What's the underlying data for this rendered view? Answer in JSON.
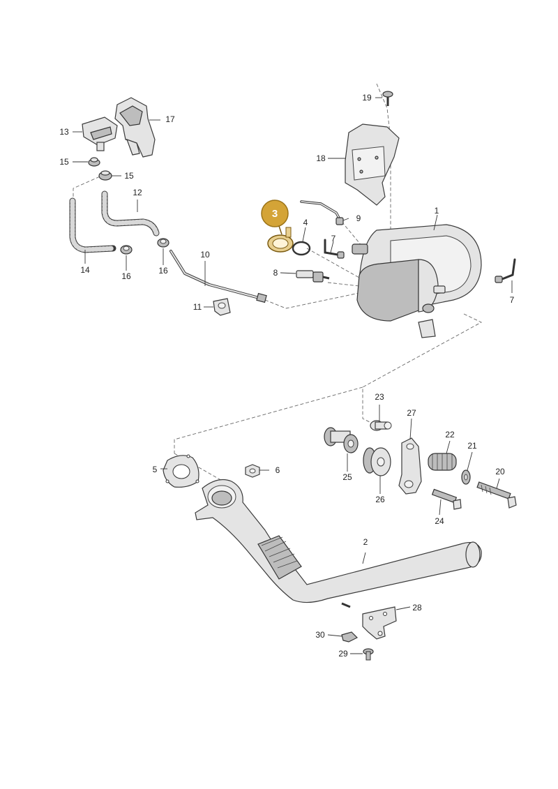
{
  "highlight": {
    "number": "3",
    "color": "#d4a437"
  },
  "callouts": {
    "c1": "1",
    "c2": "2",
    "c4": "4",
    "c5": "5",
    "c6": "6",
    "c7a": "7",
    "c7b": "7",
    "c8": "8",
    "c9": "9",
    "c10": "10",
    "c11": "11",
    "c12": "12",
    "c13": "13",
    "c14": "14",
    "c15a": "15",
    "c15b": "15",
    "c16a": "16",
    "c16b": "16",
    "c17": "17",
    "c18": "18",
    "c19": "19",
    "c20": "20",
    "c21": "21",
    "c22": "22",
    "c23": "23",
    "c24": "24",
    "c25": "25",
    "c26": "26",
    "c27": "27",
    "c28": "28",
    "c29": "29",
    "c30": "30"
  }
}
